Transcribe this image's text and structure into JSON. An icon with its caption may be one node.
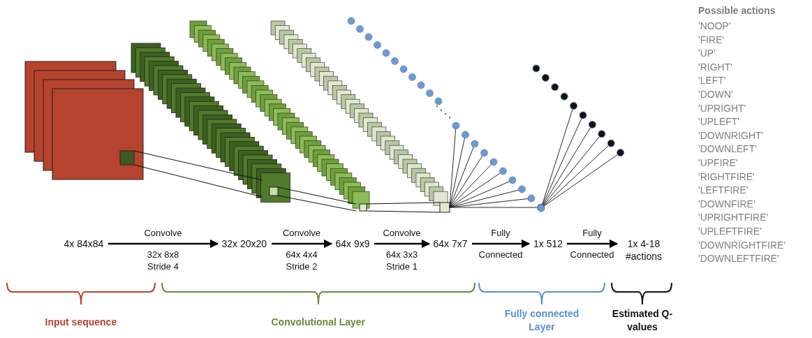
{
  "diagram": {
    "nodes": [
      {
        "text": [
          "4x 84x84"
        ]
      },
      {
        "text": [
          "32x 20x20"
        ]
      },
      {
        "text": [
          "64x 9x9"
        ]
      },
      {
        "text": [
          "64x 7x7"
        ]
      },
      {
        "text": [
          "1x 512"
        ]
      },
      {
        "text": [
          "1x 4-18 #actions"
        ]
      }
    ],
    "edges": [
      {
        "from": 0,
        "to": 1,
        "arrow": "to",
        "label": "Convolve 32x 8x8 Stride 4"
      },
      {
        "from": 1,
        "to": 2,
        "arrow": "to",
        "label": "Convolve 64x 4x4 Stride 2"
      },
      {
        "from": 2,
        "to": 3,
        "arrow": "to",
        "label": "Convolve 64x 3x3 Stride 1"
      },
      {
        "from": 3,
        "to": 4,
        "arrow": "to",
        "label": "Fully Connected"
      },
      {
        "from": 4,
        "to": 5,
        "arrow": "to",
        "label": "Fully Connected"
      }
    ],
    "labels": [
      "Input sequence",
      "Convolutional Layer",
      "Fully connected Layer",
      "Estimated Q-values",
      "Possible actions",
      "'NOOP'",
      "'FIRE'",
      "'UP'",
      "'RIGHT'",
      "'LEFT'",
      "'DOWN'",
      "'UPRIGHT'",
      "'UPLEFT'",
      "'DOWNRIGHT'",
      "'DOWNLEFT'",
      "'UPFIRE'",
      "'RIGHTFIRE'",
      "'LEFTFIRE'",
      "'DOWNFIRE'",
      "'UPRIGHTFIRE'",
      "'UPLEFTFIRE'",
      "'DOWNRIGHTFIRE'",
      "'DOWNLEFTFIRE'"
    ]
  }
}
